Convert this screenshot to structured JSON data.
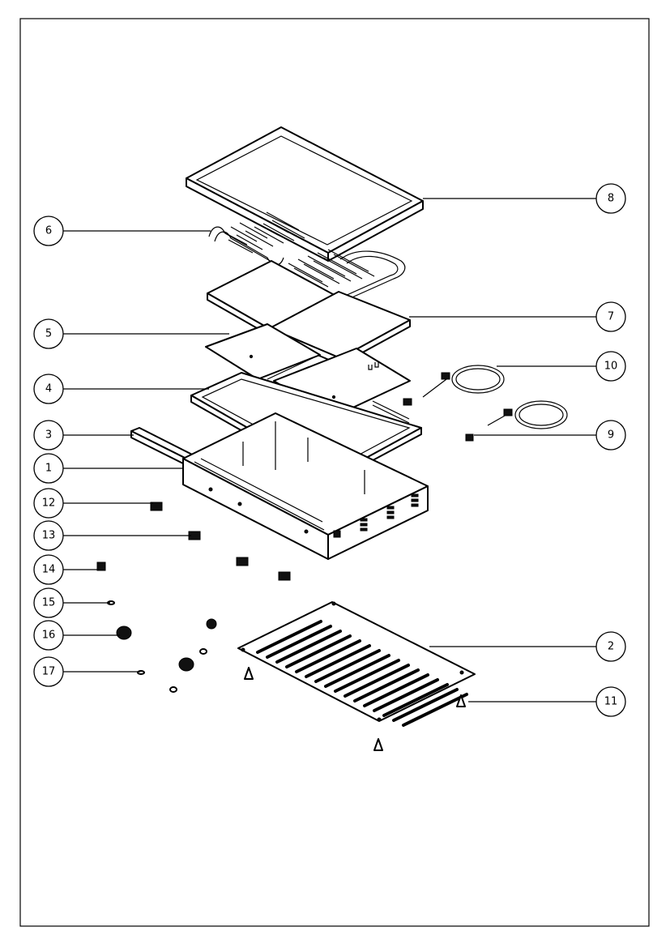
{
  "drawing": {
    "type": "exploded-view"
  },
  "callouts": [
    {
      "number": "1"
    },
    {
      "number": "2"
    },
    {
      "number": "3"
    },
    {
      "number": "4"
    },
    {
      "number": "5"
    },
    {
      "number": "6"
    },
    {
      "number": "7"
    },
    {
      "number": "8"
    },
    {
      "number": "9"
    },
    {
      "number": "10"
    },
    {
      "number": "11"
    },
    {
      "number": "12"
    },
    {
      "number": "13"
    },
    {
      "number": "14"
    },
    {
      "number": "15"
    },
    {
      "number": "16"
    },
    {
      "number": "17"
    }
  ]
}
